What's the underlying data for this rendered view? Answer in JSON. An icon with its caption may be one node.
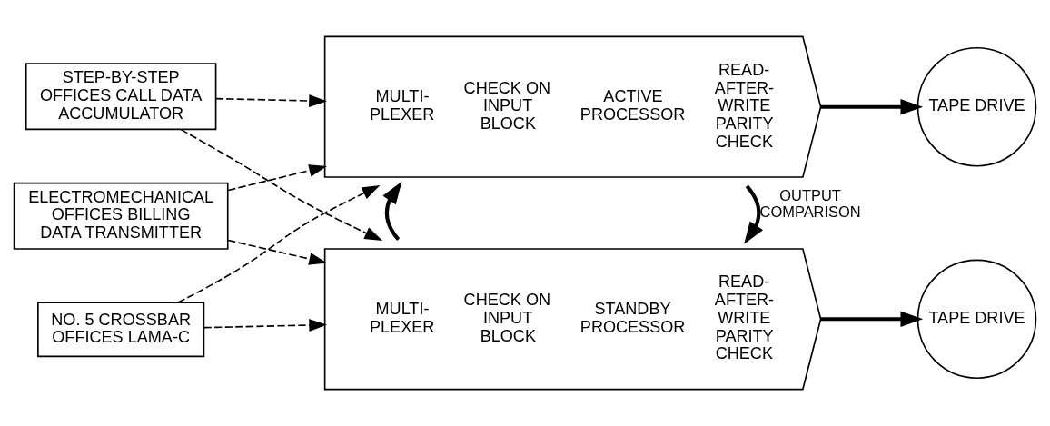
{
  "diagram": {
    "nodes": [
      {
        "text": [
          "STEP-BY-STEP OFFICES CALL DATA ACCUMULATOR"
        ]
      },
      {
        "text": [
          "ELECTROMECHANICAL OFFICES BILLING DATA TRANSMITTER"
        ]
      },
      {
        "text": [
          "NO. 5 CROSSBAR OFFICES LAMA-C"
        ]
      },
      {
        "text": [
          "MULTI- PLEXER",
          "CHECK ON INPUT BLOCK",
          "ACTIVE PROCESSOR",
          "READ- AFTER- WRITE PARITY CHECK"
        ]
      },
      {
        "text": [
          "MULTI- PLEXER",
          "CHECK ON INPUT BLOCK",
          "STANDBY PROCESSOR",
          "READ- AFTER- WRITE PARITY CHECK"
        ]
      },
      {
        "text": [
          "TAPE DRIVE"
        ]
      },
      {
        "text": [
          "TAPE DRIVE"
        ]
      }
    ],
    "edges": [
      {
        "from": 0,
        "to": 3,
        "arrow": "to",
        "style": "dashed"
      },
      {
        "from": 0,
        "to": 4,
        "arrow": "to",
        "style": "dashed"
      },
      {
        "from": 1,
        "to": 3,
        "arrow": "to",
        "style": "dashed"
      },
      {
        "from": 1,
        "to": 4,
        "arrow": "to",
        "style": "dashed"
      },
      {
        "from": 2,
        "to": 3,
        "arrow": "to",
        "style": "dashed"
      },
      {
        "from": 2,
        "to": 4,
        "arrow": "to",
        "style": "dashed"
      },
      {
        "from": 3,
        "to": 4,
        "arrow": "to",
        "label": "OUTPUT COMPARISON",
        "style": "thick"
      },
      {
        "from": 4,
        "to": 3,
        "arrow": "to",
        "style": "thick"
      },
      {
        "from": 3,
        "to": 5,
        "arrow": "to",
        "style": "thick"
      },
      {
        "from": 4,
        "to": 6,
        "arrow": "to",
        "style": "thick"
      }
    ]
  }
}
